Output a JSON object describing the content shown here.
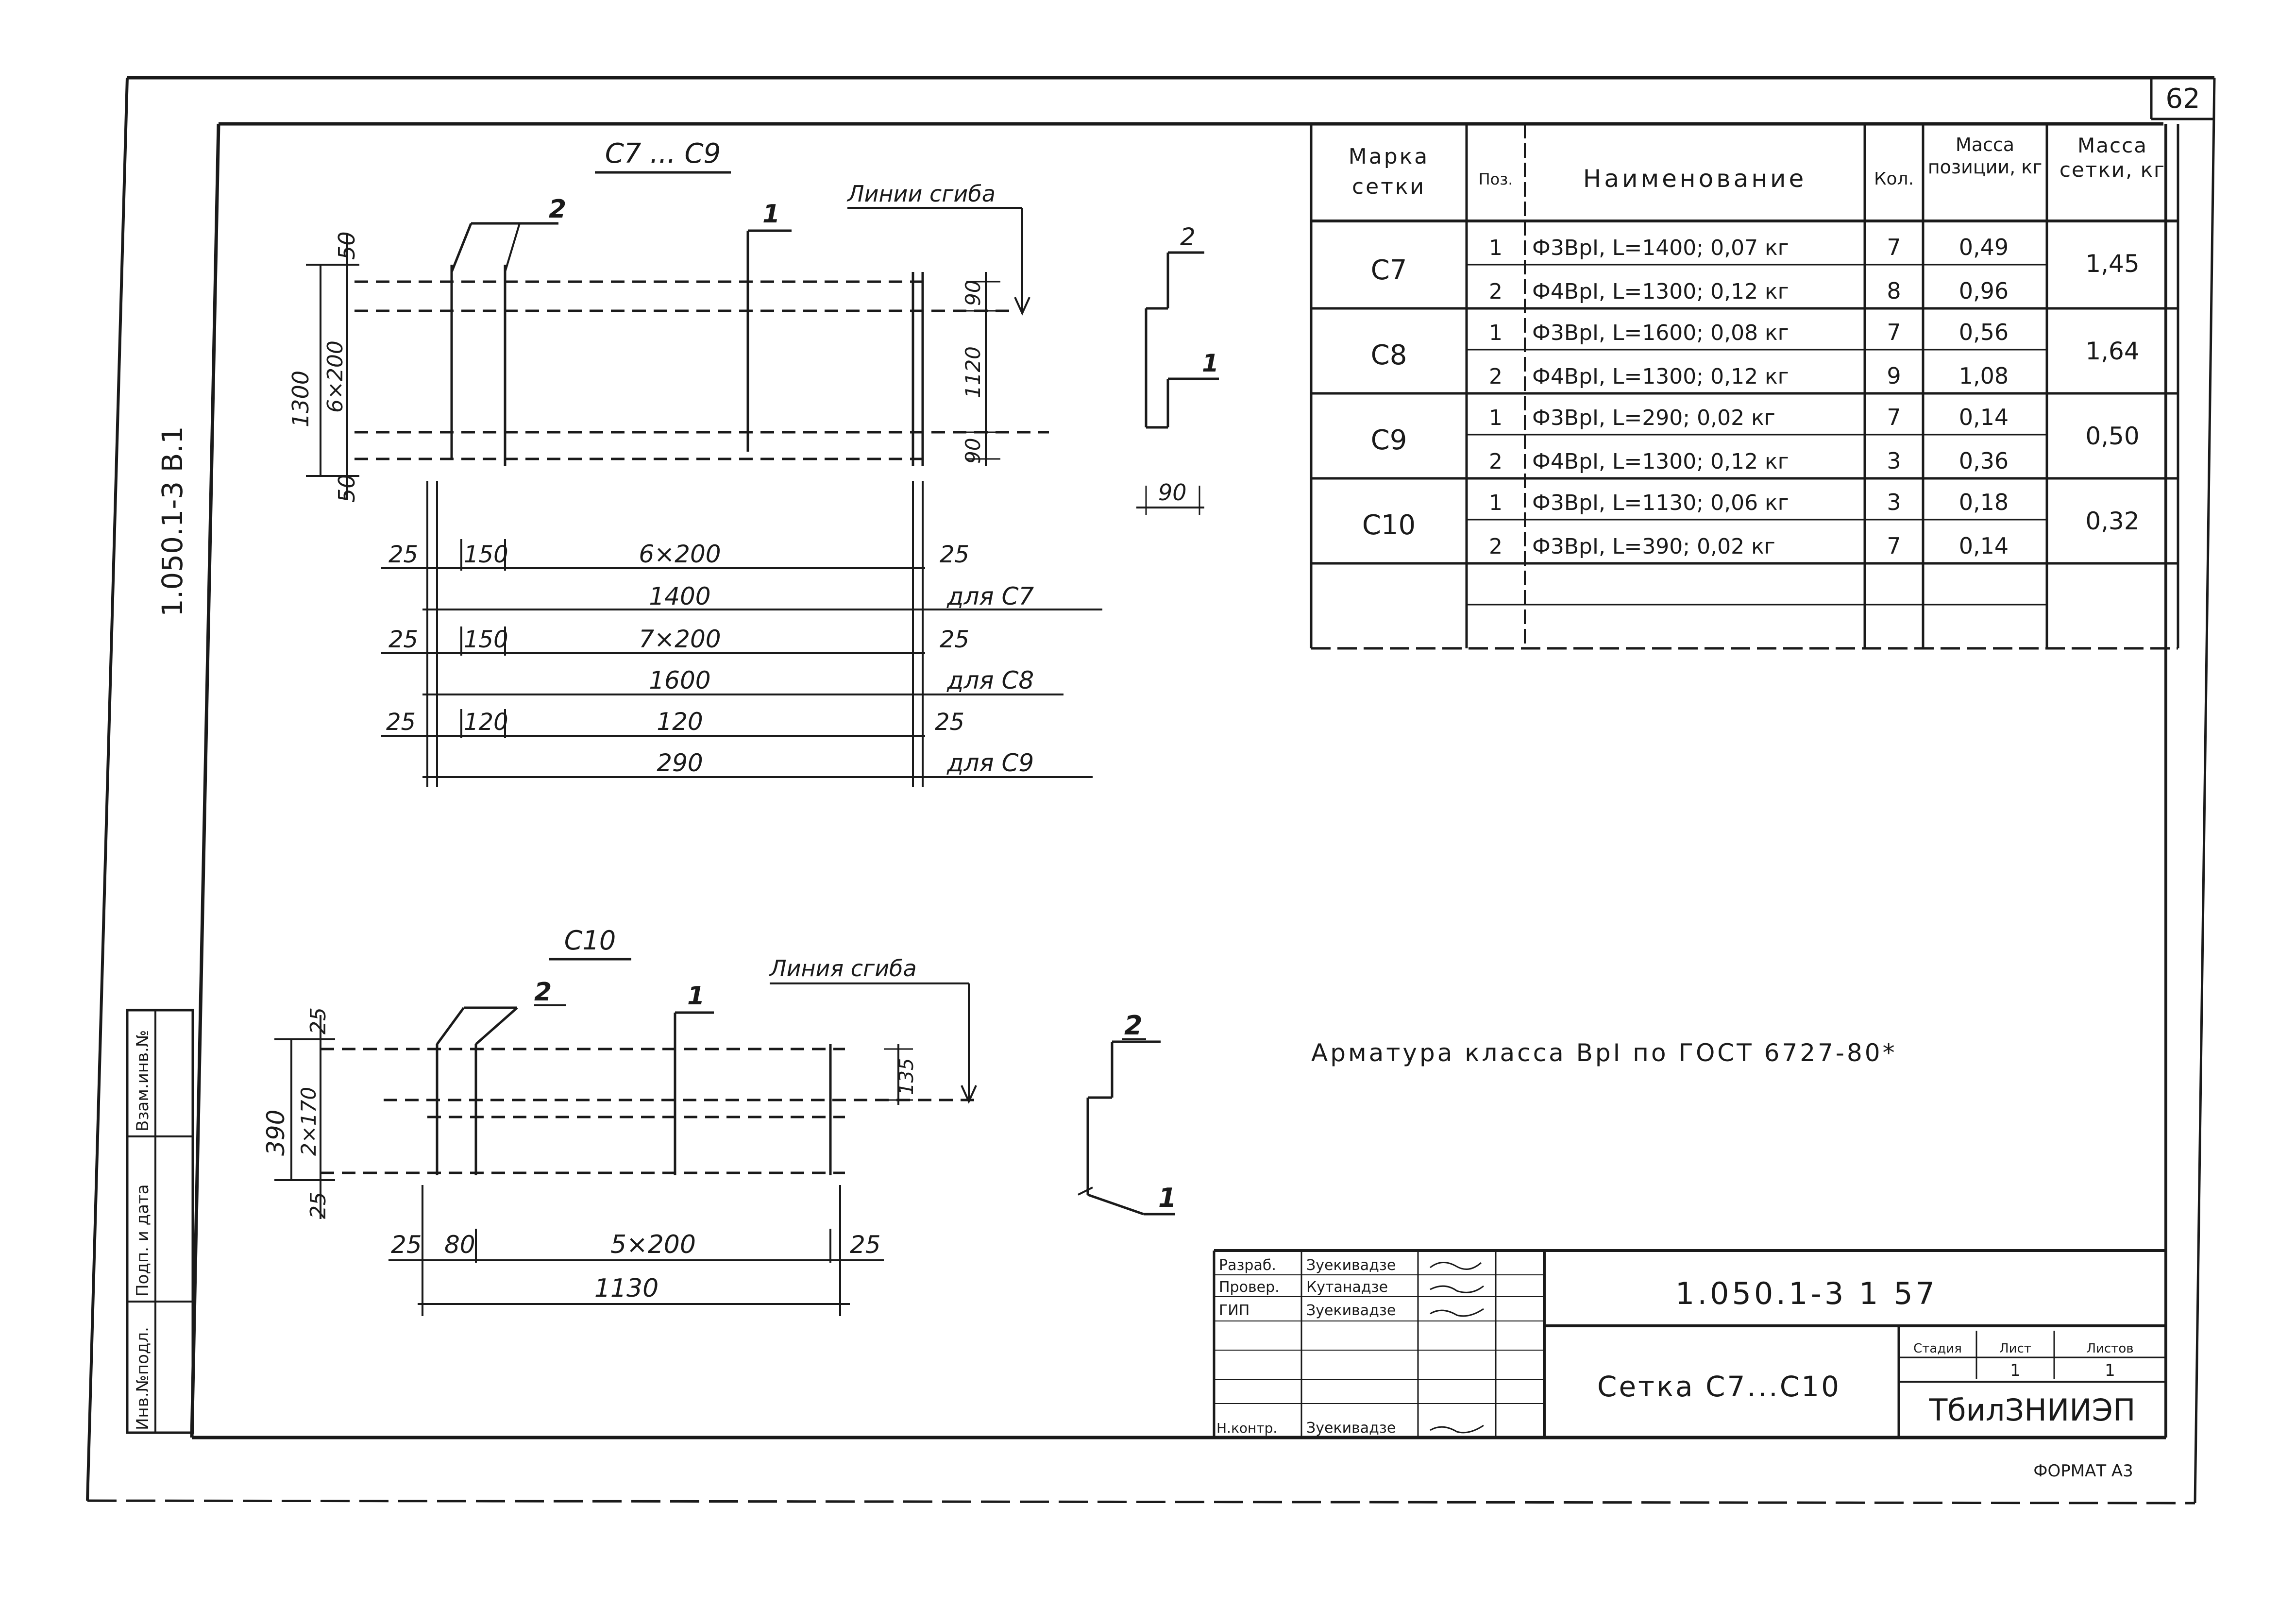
{
  "sheet": {
    "page_number": "62",
    "side_code": "1.050.1-3   В.1",
    "format": "ФОРМАТ А3"
  },
  "drawing_c7_c9": {
    "title": "С7 ... С9",
    "bend_label": "Линии сгиба",
    "marker_1": "1",
    "marker_2": "2",
    "dim_top": "50",
    "dim_bottom": "50",
    "dim_height": "1300",
    "dim_spacing": "6×200",
    "dim_90_top": "90",
    "dim_1120": "1120",
    "dim_90_bottom": "90",
    "rows": [
      {
        "d1": "25",
        "d2": "150",
        "mid": "6×200",
        "d3": "25",
        "total": "1400",
        "for": "для С7"
      },
      {
        "d1": "25",
        "d2": "150",
        "mid": "7×200",
        "d3": "25",
        "total": "1600",
        "for": "для С8"
      },
      {
        "d1": "25",
        "d2": "120",
        "mid": "120",
        "d3": "25",
        "total": "290",
        "for": "для С9"
      }
    ],
    "profile_label_2": "2",
    "profile_label_1": "1",
    "profile_dim": "90"
  },
  "drawing_c10": {
    "title": "С10",
    "bend_label": "Линия сгиба",
    "marker_1": "1",
    "marker_2": "2",
    "dim_top": "25",
    "dim_bottom": "25",
    "dim_height": "390",
    "dim_spacing": "2×170",
    "dim_135": "135",
    "dims": {
      "d1": "25",
      "d2": "80",
      "mid": "5×200",
      "d3": "25",
      "total": "1130"
    },
    "profile_label_2": "2",
    "profile_label_1": "1"
  },
  "spec_table": {
    "headers": [
      "Марка сетки",
      "Поз.",
      "Наименование",
      "Кол.",
      "Масса позиции, кг",
      "Масса сетки, кг"
    ],
    "groups": [
      {
        "mark": "С7",
        "total": "1,45",
        "rows": [
          {
            "pos": "1",
            "name": "Ф3ВрI, L=1400; 0,07 кг",
            "qty": "7",
            "mass": "0,49"
          },
          {
            "pos": "2",
            "name": "Ф4ВрI, L=1300; 0,12 кг",
            "qty": "8",
            "mass": "0,96"
          }
        ]
      },
      {
        "mark": "С8",
        "total": "1,64",
        "rows": [
          {
            "pos": "1",
            "name": "Ф3ВрI, L=1600; 0,08 кг",
            "qty": "7",
            "mass": "0,56"
          },
          {
            "pos": "2",
            "name": "Ф4ВрI, L=1300; 0,12 кг",
            "qty": "9",
            "mass": "1,08"
          }
        ]
      },
      {
        "mark": "С9",
        "total": "0,50",
        "rows": [
          {
            "pos": "1",
            "name": "Ф3ВрI, L=290; 0,02 кг",
            "qty": "7",
            "mass": "0,14"
          },
          {
            "pos": "2",
            "name": "Ф4ВрI, L=1300; 0,12 кг",
            "qty": "3",
            "mass": "0,36"
          }
        ]
      },
      {
        "mark": "С10",
        "total": "0,32",
        "rows": [
          {
            "pos": "1",
            "name": "Ф3ВрI, L=1130; 0,06 кг",
            "qty": "3",
            "mass": "0,18"
          },
          {
            "pos": "2",
            "name": "Ф3ВрI, L=390; 0,02 кг",
            "qty": "7",
            "mass": "0,14"
          }
        ]
      }
    ]
  },
  "note": "Арматура класса ВрI по ГОСТ 6727-80*",
  "stamp": {
    "code": "1.050.1-3   1   57",
    "name": "Сетка С7...С10",
    "org": "ТбилЗНИИЭП",
    "stage_header": "Стадия",
    "sheet_header": "Лист",
    "sheets_header": "Листов",
    "sheet_value": "1",
    "sheets_value": "1",
    "people": [
      {
        "role": "Разраб.",
        "name": "Зуекивадзе"
      },
      {
        "role": "Провер.",
        "name": "Кутанадзе"
      },
      {
        "role": "ГИП",
        "name": "Зуекивадзе"
      },
      {
        "role": "Н.контр.",
        "name": "Зуекивадзе"
      }
    ]
  },
  "side_stamp": [
    "Взам.инв.№",
    "Подп. и дата",
    "Инв.№подл."
  ]
}
